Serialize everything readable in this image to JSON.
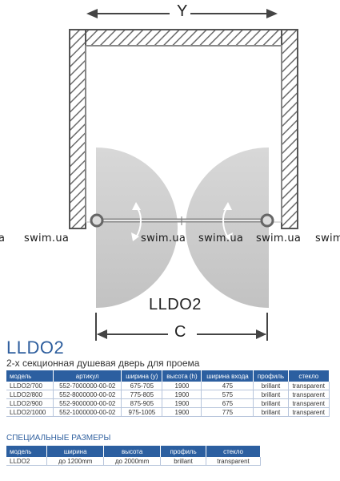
{
  "diagram": {
    "dimension_top": "Y",
    "dimension_bottom": "C",
    "model": "LLDO2",
    "watermark": "swim.ua",
    "watermark_edge": "a",
    "watermark_edge_right": "swim"
  },
  "header": {
    "title": "LLDO2",
    "subtitle": "2-х секционная душевая дверь для проема"
  },
  "models_table": {
    "columns": [
      "модель",
      "артикул",
      "ширина (y)",
      "высота (h)",
      "ширина входа",
      "профиль",
      "стекло"
    ],
    "rows": [
      [
        "LLDO2/700",
        "552-7000000-00-02",
        "675-705",
        "1900",
        "475",
        "brillant",
        "transparent"
      ],
      [
        "LLDO2/800",
        "552-8000000-00-02",
        "775-805",
        "1900",
        "575",
        "brillant",
        "transparent"
      ],
      [
        "LLDO2/900",
        "552-9000000-00-02",
        "875-905",
        "1900",
        "675",
        "brillant",
        "transparent"
      ],
      [
        "LLDO2/1000",
        "552-1000000-00-02",
        "975-1005",
        "1900",
        "775",
        "brillant",
        "transparent"
      ]
    ]
  },
  "special": {
    "title": "СПЕЦИАЛЬНЫЕ РАЗМЕРЫ",
    "columns": [
      "модель",
      "ширина",
      "высота",
      "профиль",
      "стекло"
    ],
    "rows": [
      [
        "LLDO2",
        "до 1200mm",
        "до 2000mm",
        "brillant",
        "transparent"
      ]
    ]
  },
  "colors": {
    "accent": "#2c5fa0",
    "door_fill": "#c9c9c9",
    "wall": "#555555"
  }
}
